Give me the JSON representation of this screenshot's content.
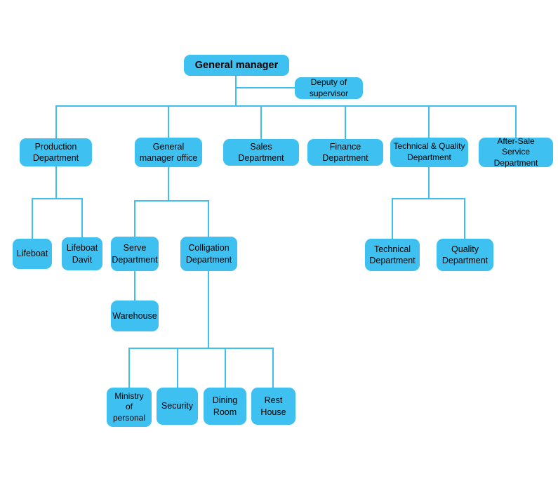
{
  "diagram": {
    "type": "org-chart",
    "colors": {
      "box_fill": "#3EC1F1",
      "line": "#3FBFEE",
      "text": "#000000",
      "background": "#FFFFFF"
    },
    "nodes": {
      "general_manager": {
        "label": "General manager"
      },
      "deputy_supervisor": {
        "label": "Deputy of\nsupervisor"
      },
      "production": {
        "label": "Production\nDepartment"
      },
      "gm_office": {
        "label": "General\nmanager office"
      },
      "sales": {
        "label": "Sales\nDepartment"
      },
      "finance": {
        "label": "Finance\nDepartment"
      },
      "technical_quality": {
        "label": "Technical & Quality\nDepartment"
      },
      "after_sale": {
        "label": "After-Sale\nService Department"
      },
      "lifeboat": {
        "label": "Lifeboat"
      },
      "lifeboat_davit": {
        "label": "Lifeboat\nDavit"
      },
      "serve": {
        "label": "Serve\nDepartment"
      },
      "colligation": {
        "label": "Colligation\nDepartment"
      },
      "warehouse": {
        "label": "Warehouse"
      },
      "technical": {
        "label": "Technical\nDepartment"
      },
      "quality": {
        "label": "Quality\nDepartment"
      },
      "ministry": {
        "label": "Ministry\nof personal"
      },
      "security": {
        "label": "Security"
      },
      "dining": {
        "label": "Dining\nRoom"
      },
      "rest_house": {
        "label": "Rest\nHouse"
      }
    }
  }
}
